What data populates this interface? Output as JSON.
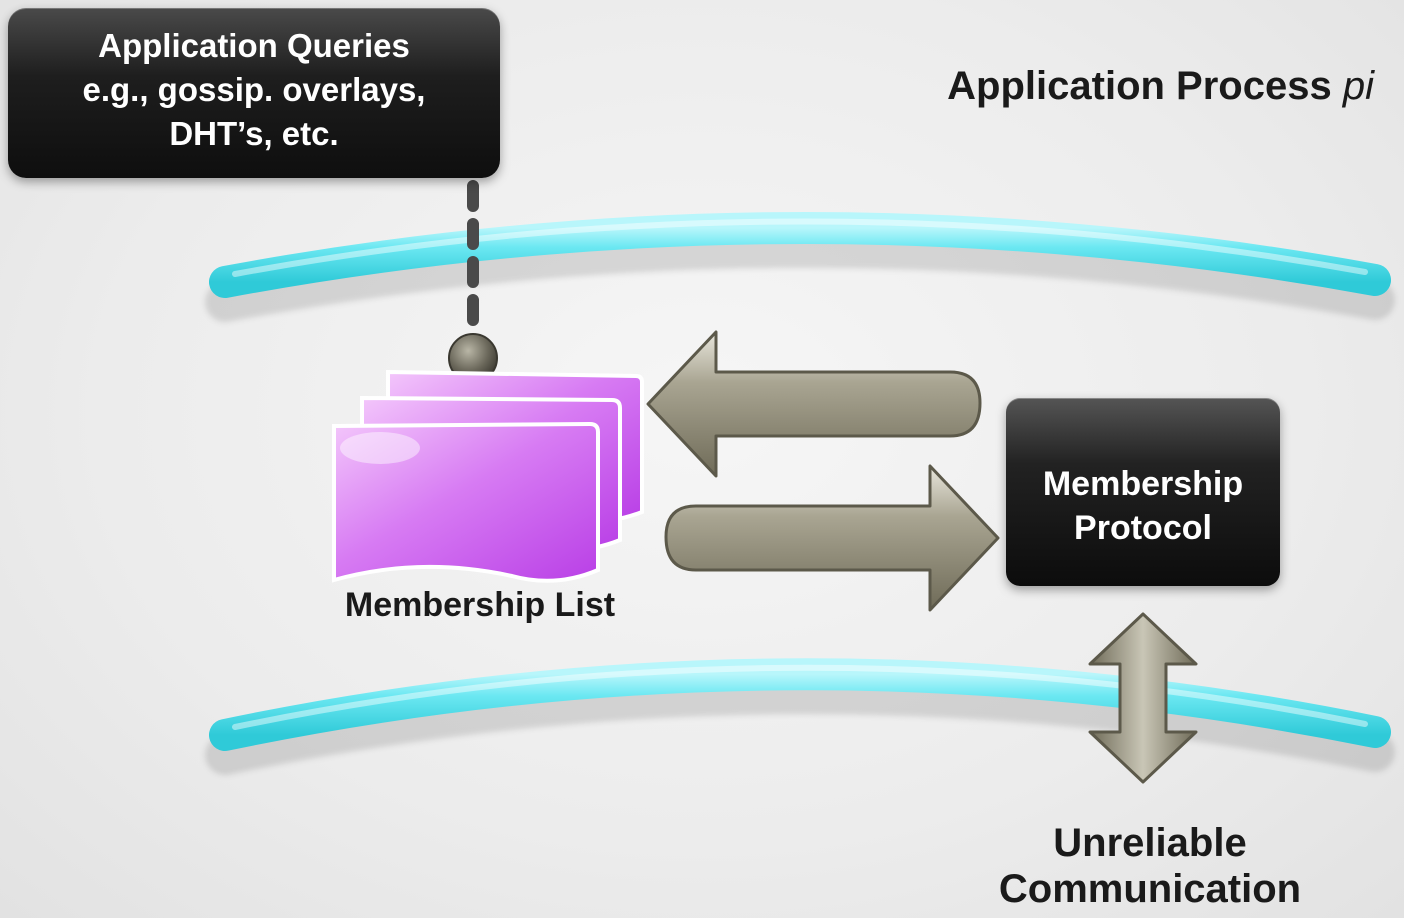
{
  "queries": {
    "lines": [
      "Application Queries",
      "e.g., gossip. overlays,",
      "DHT’s, etc."
    ]
  },
  "process": {
    "title": "Application Process",
    "suffix": "pi"
  },
  "membership_list": {
    "label": "Membership List"
  },
  "protocol": {
    "lines": [
      "Membership",
      "Protocol"
    ]
  },
  "communication": {
    "lines": [
      "Unreliable",
      "Communication"
    ]
  },
  "colors": {
    "band": "#5fe3ee",
    "list_page": "#d36cf0",
    "arrow": "#8e8a76",
    "box_dark": "#111111"
  },
  "icons": {
    "connector": "dashed-line-with-knob",
    "list": "stacked-pages-icon",
    "arrows": [
      "arrow-left-icon",
      "arrow-right-icon",
      "double-arrow-vertical-icon"
    ]
  }
}
